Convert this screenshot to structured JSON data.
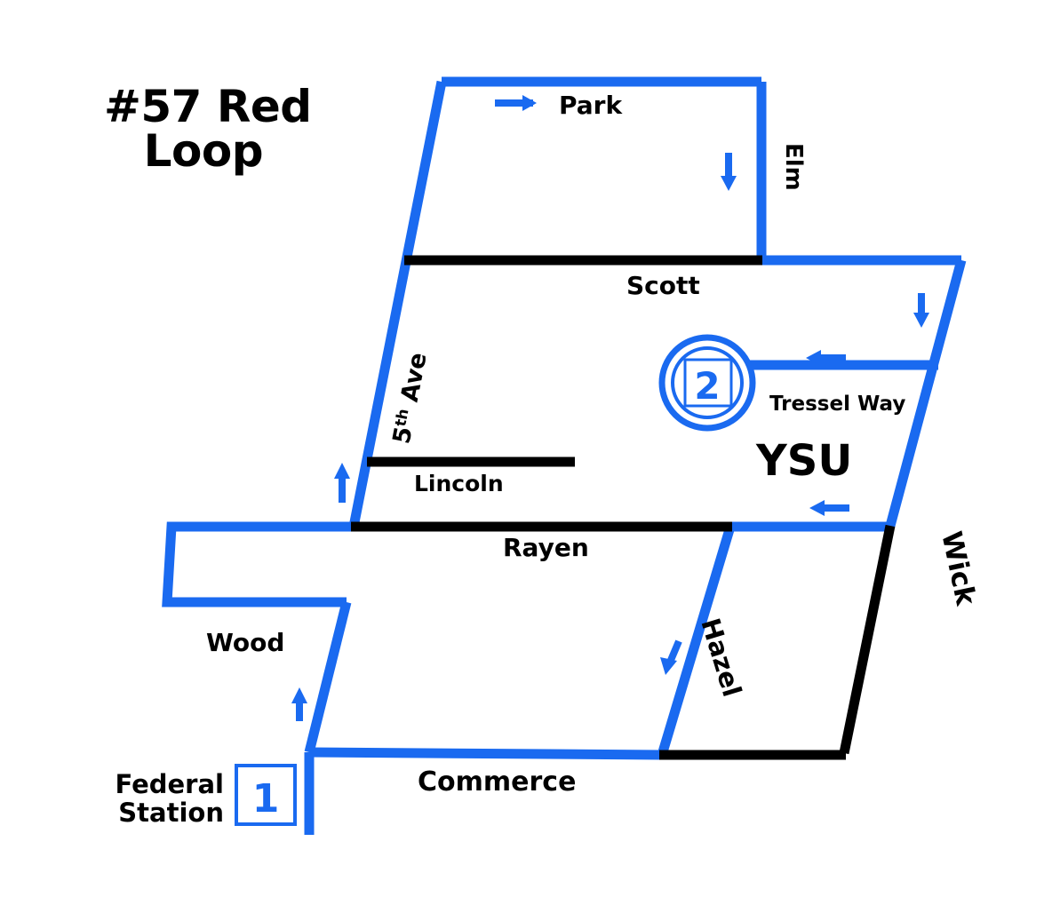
{
  "map": {
    "title_line1": "#57 Red",
    "title_line2": "Loop",
    "colors": {
      "route": "#1a6af0",
      "street": "#000000",
      "background": "#ffffff"
    },
    "area_label": "YSU",
    "streets": [
      {
        "id": "park",
        "name": "Park",
        "type": "route",
        "direction": "east"
      },
      {
        "id": "elm",
        "name": "Elm",
        "type": "route",
        "direction": "south"
      },
      {
        "id": "scott",
        "name": "Scott",
        "type": "street",
        "direction": "none"
      },
      {
        "id": "fifth-ave",
        "name": "5",
        "name_suffix": "th",
        "name_tail": " Ave",
        "type": "route",
        "direction": "north"
      },
      {
        "id": "tressel-way",
        "name": "Tressel Way",
        "type": "route",
        "direction": "west"
      },
      {
        "id": "lincoln",
        "name": "Lincoln",
        "type": "street",
        "direction": "none"
      },
      {
        "id": "rayen",
        "name": "Rayen",
        "type": "mixed",
        "direction": "west"
      },
      {
        "id": "wick",
        "name": "Wick",
        "type": "mixed",
        "direction": "north"
      },
      {
        "id": "wood",
        "name": "Wood",
        "type": "route",
        "direction": "none"
      },
      {
        "id": "hazel",
        "name": "Hazel",
        "type": "route",
        "direction": "south"
      },
      {
        "id": "commerce",
        "name": "Commerce",
        "type": "route",
        "direction": "none"
      }
    ],
    "stops": [
      {
        "id": "stop-1",
        "number": "1",
        "label_line1": "Federal",
        "label_line2": "Station",
        "marker": "square"
      },
      {
        "id": "stop-2",
        "number": "2",
        "label_line1": "",
        "label_line2": "",
        "marker": "circle-square"
      }
    ]
  }
}
